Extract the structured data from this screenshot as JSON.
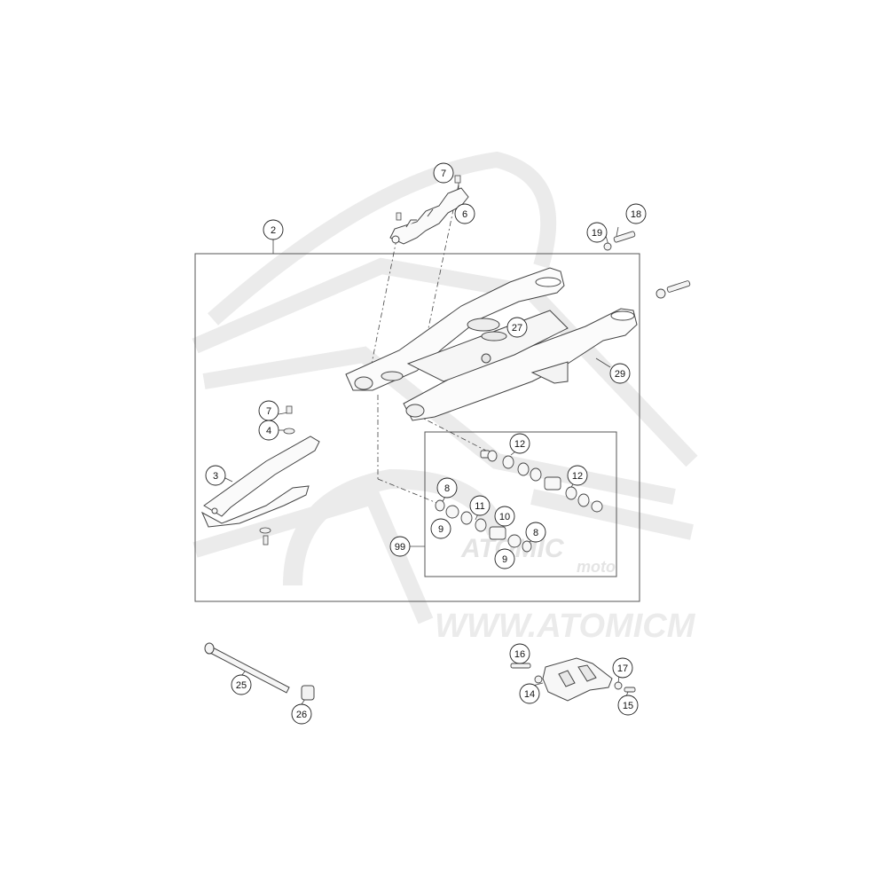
{
  "diagram": {
    "callouts": [
      {
        "id": "2",
        "label": "2"
      },
      {
        "id": "7a",
        "label": "7"
      },
      {
        "id": "6",
        "label": "6"
      },
      {
        "id": "18",
        "label": "18"
      },
      {
        "id": "19",
        "label": "19"
      },
      {
        "id": "27",
        "label": "27"
      },
      {
        "id": "29",
        "label": "29"
      },
      {
        "id": "7b",
        "label": "7"
      },
      {
        "id": "4",
        "label": "4"
      },
      {
        "id": "3",
        "label": "3"
      },
      {
        "id": "12a",
        "label": "12"
      },
      {
        "id": "12b",
        "label": "12"
      },
      {
        "id": "8a",
        "label": "8"
      },
      {
        "id": "11",
        "label": "11"
      },
      {
        "id": "10",
        "label": "10"
      },
      {
        "id": "9a",
        "label": "9"
      },
      {
        "id": "8b",
        "label": "8"
      },
      {
        "id": "9b",
        "label": "9"
      },
      {
        "id": "99",
        "label": "99"
      },
      {
        "id": "16",
        "label": "16"
      },
      {
        "id": "17",
        "label": "17"
      },
      {
        "id": "14",
        "label": "14"
      },
      {
        "id": "15",
        "label": "15"
      },
      {
        "id": "25",
        "label": "25"
      },
      {
        "id": "26",
        "label": "26"
      }
    ]
  },
  "watermark": {
    "brand": "ATOMIC",
    "sub": "moto",
    "url": "WWW.ATOMICM"
  },
  "colors": {
    "line": "#444444",
    "light_line": "#999999",
    "watermark": "#e9e9e9",
    "box": "#555555"
  }
}
